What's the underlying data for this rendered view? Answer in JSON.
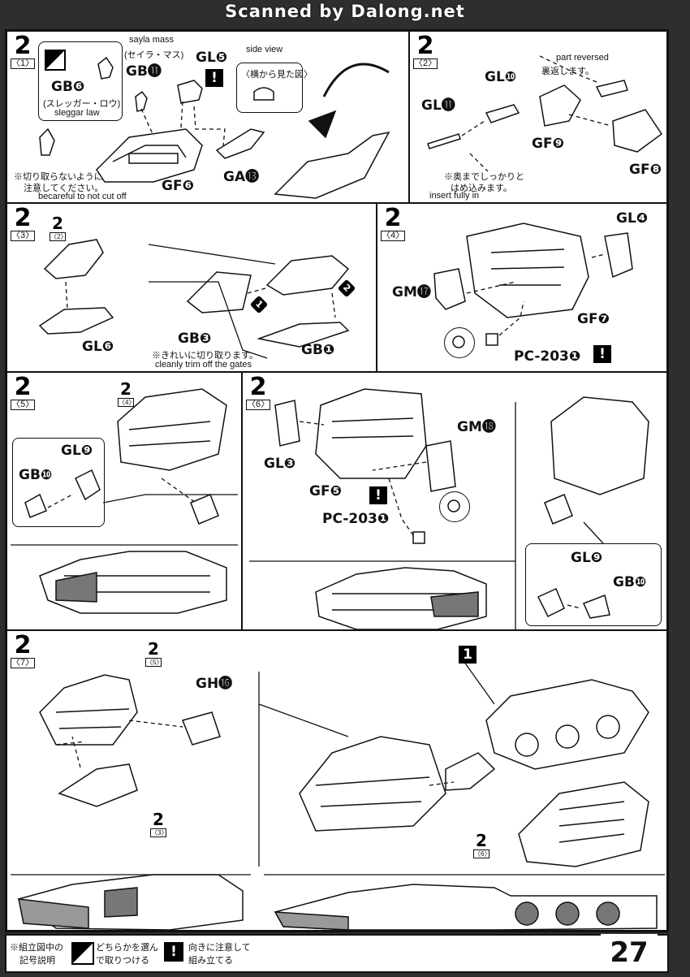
{
  "banner": "Scanned by Dalong.net",
  "page_number": "27",
  "step_number": "2",
  "cells": {
    "s1": {
      "sub": "〈1〉",
      "sayla_en": "sayla mass",
      "sayla_jp": "(セイラ・マス)",
      "gb11": "GB⓫",
      "gb6": "GB❻",
      "sleggar_jp": "(スレッガー・ロウ)",
      "sleggar_en": "sleggar law",
      "gl5": "GL❺",
      "side_view_en": "side view",
      "side_view_jp": "〈横から見た図〉",
      "gf6": "GF❻",
      "ga13": "GA⓭",
      "caution_jp_1": "※切り取らないように",
      "caution_jp_2": "注意してください。",
      "caution_en": "becareful to not cut off"
    },
    "s2": {
      "sub": "〈2〉",
      "part_reversed_en": "part reversed",
      "part_reversed_jp": "裏返します。",
      "gl10": "GL❿",
      "gl11": "GL⓫",
      "gf9": "GF❾",
      "gf8": "GF❽",
      "insert_jp_1": "※奥までしっかりと",
      "insert_jp_2": "はめ込みます。",
      "insert_en": "insert fully in"
    },
    "s3": {
      "sub": "〈3〉",
      "ref_sub": "〈2〉",
      "gl6": "GL❻",
      "gb3": "GB❸",
      "gb1": "GB❶",
      "trim_jp": "※きれいに切り取ります。",
      "trim_en": "cleanly trim off the gates",
      "arrow1": "1",
      "arrow2": "2"
    },
    "s4": {
      "sub": "〈4〉",
      "gl4": "GL❹",
      "gm17": "GM⓱",
      "gf7": "GF❼",
      "pc203": "PC-203❶"
    },
    "s5": {
      "sub": "〈5〉",
      "ref_sub": "〈4〉",
      "gl9": "GL❾",
      "gb10": "GB❿"
    },
    "s6": {
      "sub": "〈6〉",
      "gl3": "GL❸",
      "gf5": "GF❺",
      "gm18": "GM⓲",
      "pc203": "PC-203❶",
      "gl9": "GL❾",
      "gb10": "GB❿"
    },
    "s7": {
      "sub": "〈7〉",
      "ref5_sub": "〈5〉",
      "ref3_sub": "〈3〉",
      "ref6_sub": "〈6〉",
      "gh16": "GH⓰",
      "ref1": "1"
    }
  },
  "legend": {
    "title_1": "※組立図中の",
    "title_2": "記号説明",
    "choose_1": "どちらかを選ん",
    "choose_2": "で取りつける",
    "orient_1": "向きに注意して",
    "orient_2": "組み立てる"
  },
  "icons": [
    "half-square-icon",
    "exclamation-icon",
    "caution-ear-icon"
  ]
}
